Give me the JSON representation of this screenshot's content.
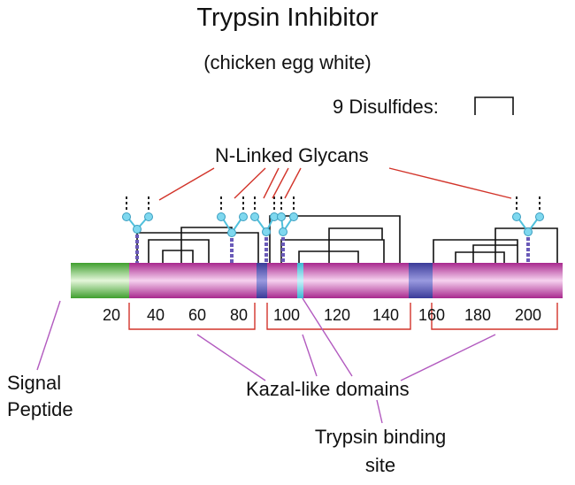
{
  "title": "Trypsin Inhibitor",
  "subtitle": "(chicken egg white)",
  "disulfide_legend": "9 Disulfides:",
  "glycan_label": "N-Linked Glycans",
  "signal_label": [
    "Signal",
    "Peptide"
  ],
  "kazal_label": "Kazal-like domains",
  "trypsin_label": [
    "Trypsin binding",
    "site"
  ],
  "axis_ticks": [
    "20",
    "40",
    "60",
    "80",
    "100",
    "120",
    "140",
    "160",
    "180",
    "200"
  ],
  "colors": {
    "signal_peptide": "#5fbf4a",
    "domain": "#d65ab8",
    "linker": "#4a4aa8",
    "binding_site": "#5fd2e6",
    "disulfide": "#111111",
    "glycan_pointer": "#d2342a",
    "domain_bracket": "#d2342a",
    "annotation_pointer": "#b25abf"
  }
}
